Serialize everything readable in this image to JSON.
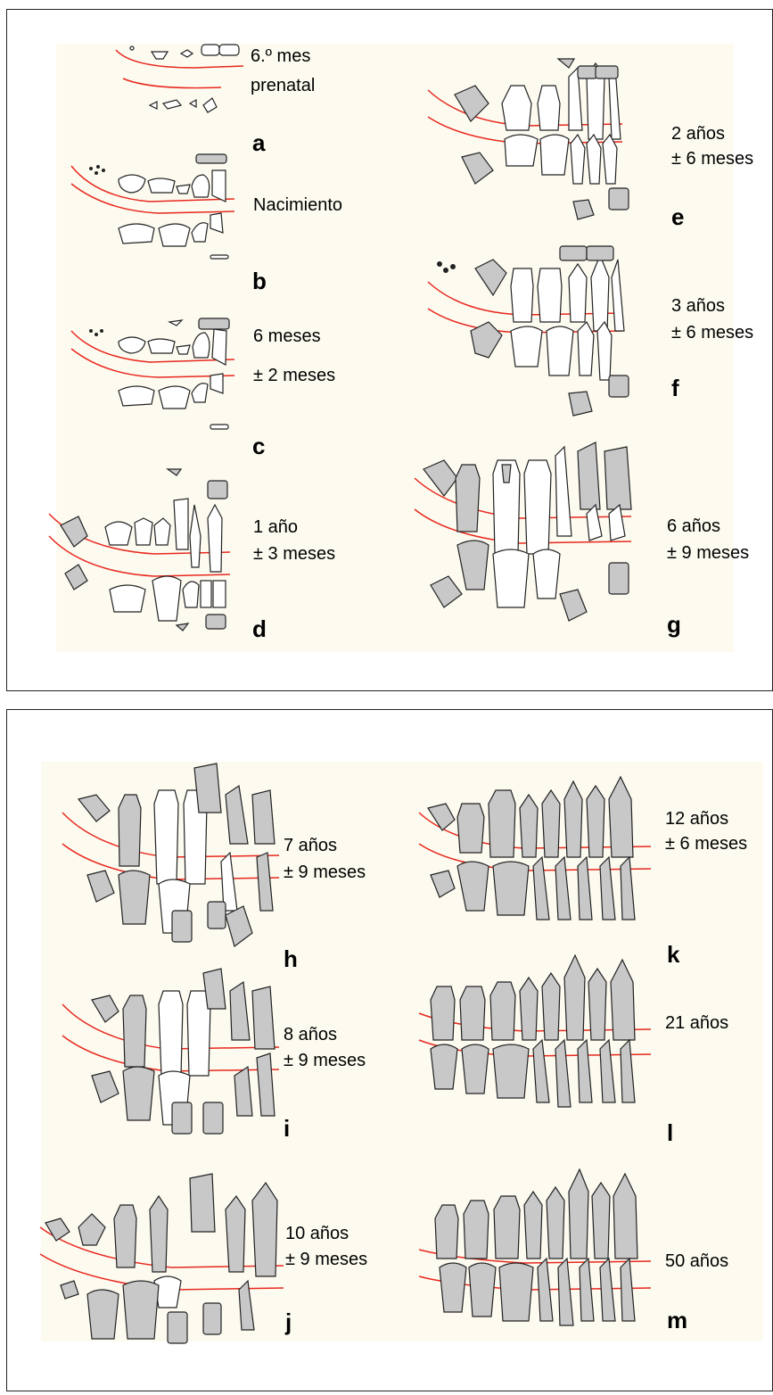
{
  "colors": {
    "growth_line": "#e8281e",
    "tooth_fill_gray": "#c8c8c8",
    "background": "#fdfbf0"
  },
  "stages": [
    {
      "letter": "a",
      "line1": "6.º mes",
      "line2": "prenatal"
    },
    {
      "letter": "b",
      "line1": "Nacimiento",
      "line2": ""
    },
    {
      "letter": "c",
      "line1": "6 meses",
      "line2": "± 2 meses"
    },
    {
      "letter": "d",
      "line1": "1 año",
      "line2": "± 3 meses"
    },
    {
      "letter": "e",
      "line1": "2 años",
      "line2": "± 6 meses"
    },
    {
      "letter": "f",
      "line1": "3 años",
      "line2": "± 6 meses"
    },
    {
      "letter": "g",
      "line1": "6 años",
      "line2": "± 9 meses"
    },
    {
      "letter": "h",
      "line1": "7 años",
      "line2": "± 9 meses"
    },
    {
      "letter": "i",
      "line1": "8 años",
      "line2": "± 9 meses"
    },
    {
      "letter": "j",
      "line1": "10 años",
      "line2": "± 9 meses"
    },
    {
      "letter": "k",
      "line1": "12 años",
      "line2": "± 6 meses"
    },
    {
      "letter": "l",
      "line1": "21 años",
      "line2": ""
    },
    {
      "letter": "m",
      "line1": "50 años",
      "line2": ""
    }
  ]
}
